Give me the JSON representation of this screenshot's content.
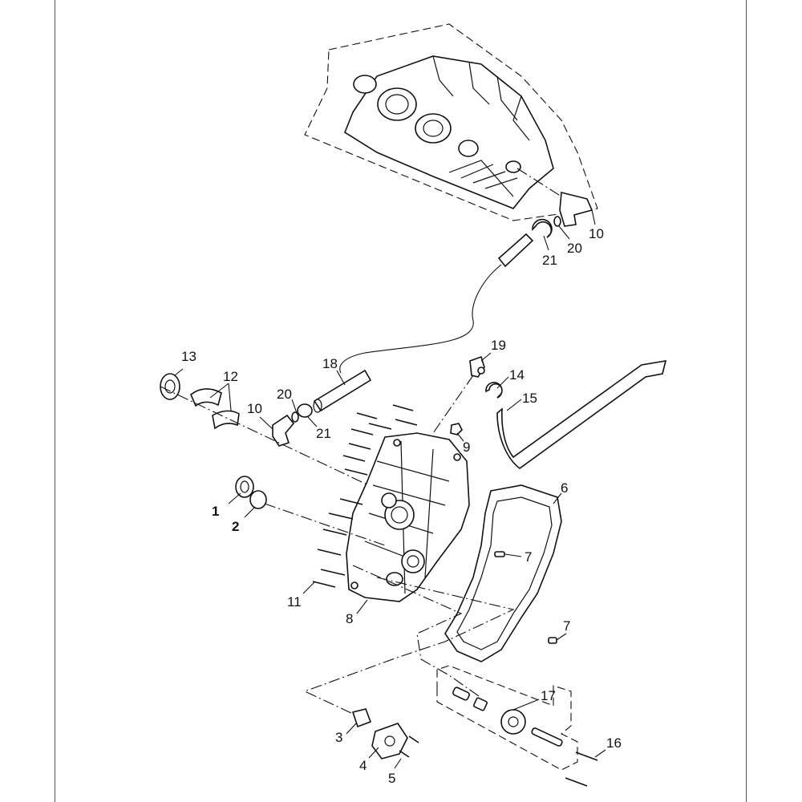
{
  "callouts": [
    {
      "label": "1",
      "bold": true
    },
    {
      "label": "2",
      "bold": true
    },
    {
      "label": "3"
    },
    {
      "label": "4"
    },
    {
      "label": "5"
    },
    {
      "label": "6"
    },
    {
      "label": "7"
    },
    {
      "label": "7"
    },
    {
      "label": "8"
    },
    {
      "label": "9"
    },
    {
      "label": "10"
    },
    {
      "label": "10"
    },
    {
      "label": "11"
    },
    {
      "label": "12"
    },
    {
      "label": "13"
    },
    {
      "label": "14"
    },
    {
      "label": "15"
    },
    {
      "label": "16"
    },
    {
      "label": "17"
    },
    {
      "label": "18"
    },
    {
      "label": "19"
    },
    {
      "label": "20"
    },
    {
      "label": "20"
    },
    {
      "label": "21"
    },
    {
      "label": "21"
    }
  ]
}
